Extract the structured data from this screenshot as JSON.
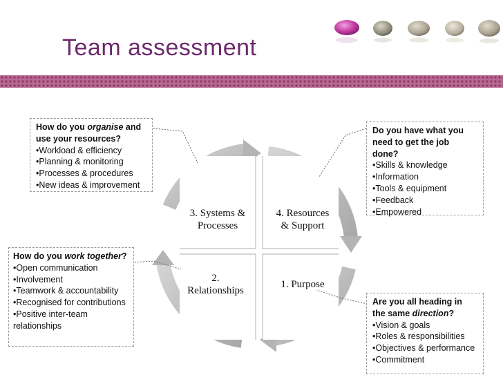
{
  "title": "Team assessment",
  "colors": {
    "title": "#6b2a6b",
    "band": "#a8547a",
    "cycle_arrow": "#bdbdbd",
    "accent_stone": "#c13aa0"
  },
  "diagram": {
    "quadrants": [
      {
        "lines": [
          "3. Systems &",
          "Processes"
        ]
      },
      {
        "lines": [
          "4. Resources",
          "& Support"
        ]
      },
      {
        "lines": [
          "2.",
          "Relationships"
        ]
      },
      {
        "lines": [
          "1. Purpose"
        ]
      }
    ]
  },
  "boxes": {
    "organise": {
      "question_pre": "How do you ",
      "question_em": "organise",
      "question_post": " and use your resources?",
      "items": [
        "Workload & efficiency",
        "Planning & monitoring",
        "Processes & procedures",
        "New ideas & improvement"
      ]
    },
    "resources": {
      "question_pre": "Do you have what you need to get the job done?",
      "question_em": "",
      "question_post": "",
      "items": [
        "Skills & knowledge",
        "Information",
        "Tools & equipment",
        "Feedback",
        "Empowered"
      ]
    },
    "together": {
      "question_pre": "How do you ",
      "question_em": "work together",
      "question_post": "?",
      "items": [
        "Open communication",
        "Involvement",
        "Teamwork & accountability",
        "Recognised for contributions",
        "Positive inter-team relationships"
      ]
    },
    "direction": {
      "question_pre": "Are you all heading in the same ",
      "question_em": "direction",
      "question_post": "?",
      "items": [
        "Vision & goals",
        "Roles & responsibilities",
        "Objectives & performance",
        "Commitment"
      ]
    }
  }
}
